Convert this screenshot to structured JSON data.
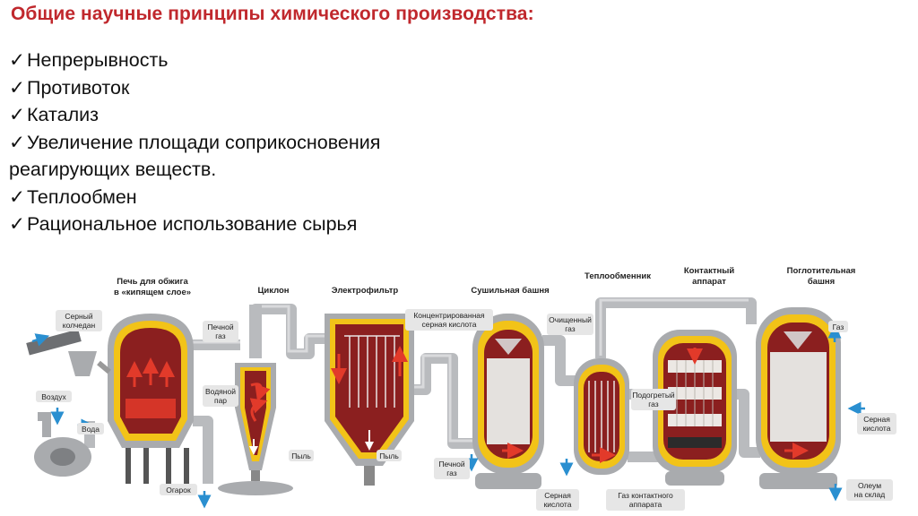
{
  "title": "Общие научные принципы химического производства:",
  "bullets": [
    {
      "check": "✓",
      "text": "Непрерывность"
    },
    {
      "check": "✓",
      "text": "Противоток"
    },
    {
      "check": "✓",
      "text": "Катализ"
    },
    {
      "check": "✓",
      "text": "Увеличение площади соприкосновения"
    },
    {
      "check": "",
      "text": "реагирующих веществ."
    },
    {
      "check": "✓",
      "text": "Теплообмен"
    },
    {
      "check": "✓",
      "text": "Рациональное использование сырья"
    }
  ],
  "diagram": {
    "headers": {
      "furnace": [
        "Печь для обжига",
        "в «кипящем слое»"
      ],
      "cyclone": "Циклон",
      "electrofilter": "Электрофильтр",
      "drying": "Сушильная башня",
      "heat_exchanger": "Теплообменник",
      "contact": [
        "Контактный",
        "аппарат"
      ],
      "absorption": [
        "Поглотительная",
        "башня"
      ]
    },
    "tags": {
      "pyrite": [
        "Серный",
        "колчедан"
      ],
      "air": "Воздух",
      "water": "Вода",
      "cinder": "Огарок",
      "furnace_gas_1": [
        "Печной",
        "газ"
      ],
      "steam": [
        "Водяной",
        "пар"
      ],
      "dust_1": "Пыль",
      "dust_2": "Пыль",
      "conc_acid": [
        "Концентрированная",
        "серная кислота"
      ],
      "purified_gas": [
        "Очищенный",
        "газ"
      ],
      "furnace_gas_2": [
        "Печной",
        "газ"
      ],
      "heated_gas": [
        "Подогретый",
        "газ"
      ],
      "sulfuric_acid_bottom": [
        "Серная",
        "кислота"
      ],
      "contact_gas": [
        "Газ контактного",
        "аппарата"
      ],
      "gas_top": "Газ",
      "sulfuric_acid_right": [
        "Серная",
        "кислота"
      ],
      "oleum": [
        "Олеум",
        "на склад"
      ]
    },
    "colors": {
      "shell": "#a9abae",
      "insulation": "#f2c318",
      "interior": "#8b1f1f",
      "arrow": "#e23a2a",
      "flow": "#2a8fd0"
    }
  }
}
